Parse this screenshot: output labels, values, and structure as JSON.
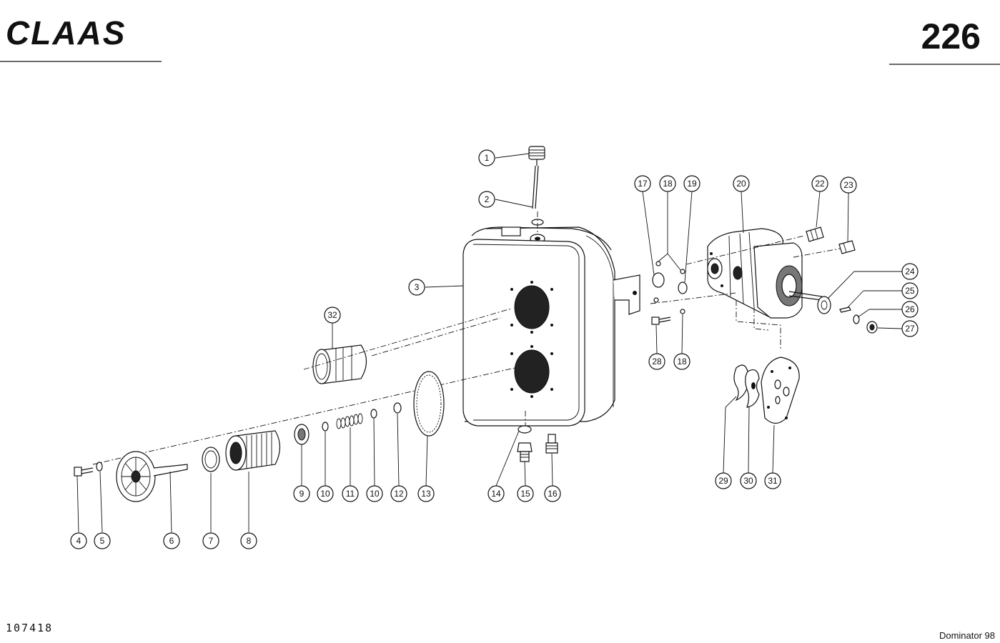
{
  "header": {
    "brand": "CLAAS",
    "page_number": "226"
  },
  "footer": {
    "document_number": "107418",
    "model": "Dominator 98"
  },
  "callouts": [
    "1",
    "2",
    "3",
    "4",
    "5",
    "6",
    "7",
    "8",
    "9",
    "10",
    "10",
    "11",
    "12",
    "13",
    "14",
    "15",
    "16",
    "17",
    "18",
    "18",
    "19",
    "20",
    "22",
    "23",
    "24",
    "25",
    "26",
    "27",
    "28",
    "29",
    "30",
    "31",
    "32"
  ]
}
